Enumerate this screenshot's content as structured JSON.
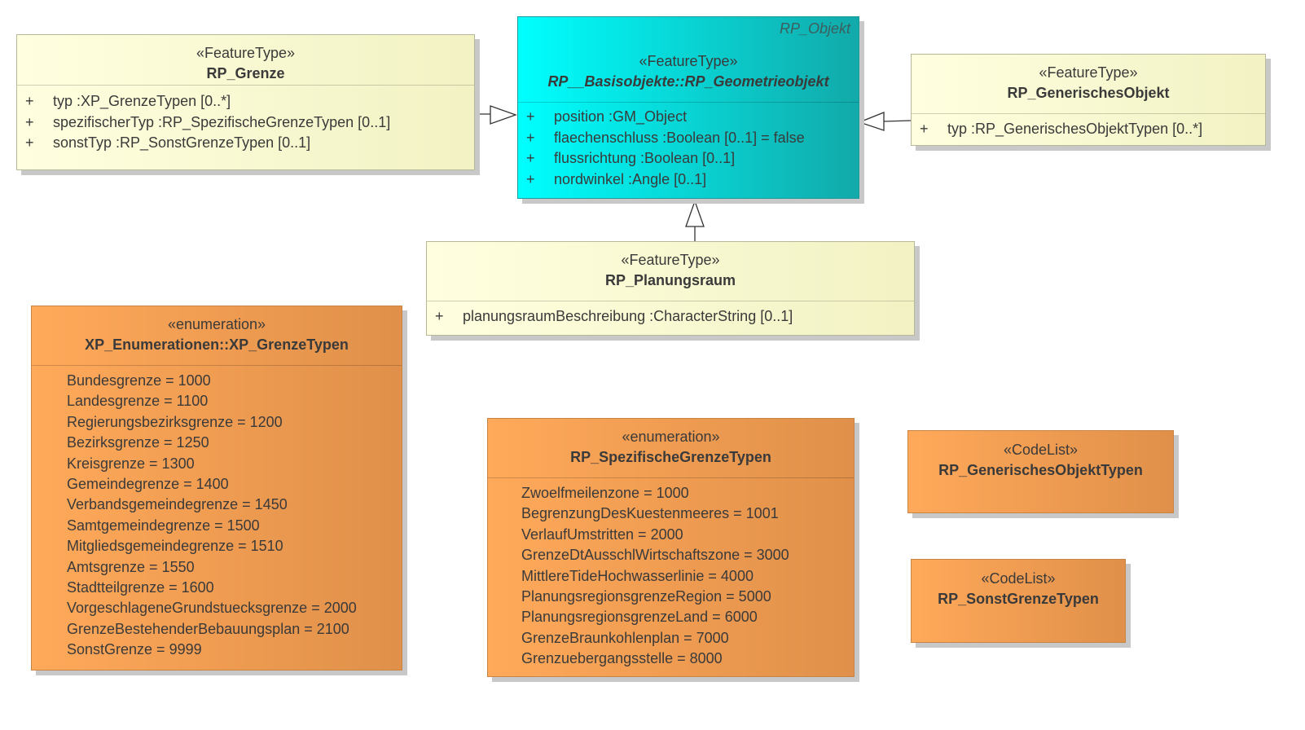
{
  "classes": {
    "rp_grenze": {
      "stereotype": "«FeatureType»",
      "name": "RP_Grenze",
      "attributes": [
        {
          "vis": "+",
          "text": "typ  :XP_GrenzeTypen [0..*]"
        },
        {
          "vis": "+",
          "text": "spezifischerTyp  :RP_SpezifischeGrenzeTypen [0..1]"
        },
        {
          "vis": "+",
          "text": "sonstTyp  :RP_SonstGrenzeTypen [0..1]"
        }
      ]
    },
    "rp_geometrieobjekt": {
      "parent_label": "RP_Objekt",
      "stereotype": "«FeatureType»",
      "name": "RP__Basisobjekte::RP_Geometrieobjekt",
      "attributes": [
        {
          "vis": "+",
          "text": "position  :GM_Object"
        },
        {
          "vis": "+",
          "text": "flaechenschluss  :Boolean [0..1] = false"
        },
        {
          "vis": "+",
          "text": "flussrichtung  :Boolean [0..1]"
        },
        {
          "vis": "+",
          "text": "nordwinkel  :Angle [0..1]"
        }
      ]
    },
    "rp_generischesobjekt": {
      "stereotype": "«FeatureType»",
      "name": "RP_GenerischesObjekt",
      "attributes": [
        {
          "vis": "+",
          "text": "typ  :RP_GenerischesObjektTypen [0..*]"
        }
      ]
    },
    "rp_planungsraum": {
      "stereotype": "«FeatureType»",
      "name": "RP_Planungsraum",
      "attributes": [
        {
          "vis": "+",
          "text": "planungsraumBeschreibung  :CharacterString [0..1]"
        }
      ]
    },
    "xp_grenzetypen": {
      "stereotype": "«enumeration»",
      "name": "XP_Enumerationen::XP_GrenzeTypen",
      "literals": [
        "Bundesgrenze = 1000",
        "Landesgrenze = 1100",
        "Regierungsbezirksgrenze = 1200",
        "Bezirksgrenze = 1250",
        "Kreisgrenze = 1300",
        "Gemeindegrenze = 1400",
        "Verbandsgemeindegrenze = 1450",
        "Samtgemeindegrenze = 1500",
        "Mitgliedsgemeindegrenze = 1510",
        "Amtsgrenze = 1550",
        "Stadtteilgrenze = 1600",
        "VorgeschlageneGrundstuecksgrenze = 2000",
        "GrenzeBestehenderBebauungsplan = 2100",
        "SonstGrenze = 9999"
      ]
    },
    "rp_spezifischegrenzetypen": {
      "stereotype": "«enumeration»",
      "name": "RP_SpezifischeGrenzeTypen",
      "literals": [
        "Zwoelfmeilenzone = 1000",
        "BegrenzungDesKuestenmeeres = 1001",
        "VerlaufUmstritten = 2000",
        "GrenzeDtAusschlWirtschaftszone = 3000",
        "MittlereTideHochwasserlinie = 4000",
        "PlanungsregionsgrenzeRegion = 5000",
        "PlanungsregionsgrenzeLand = 6000",
        "GrenzeBraunkohlenplan = 7000",
        "Grenzuebergangsstelle = 8000"
      ]
    },
    "rp_generischesobjekttypen": {
      "stereotype": "«CodeList»",
      "name": "RP_GenerischesObjektTypen"
    },
    "rp_sonstgrenzetypen": {
      "stereotype": "«CodeList»",
      "name": "RP_SonstGrenzeTypen"
    }
  },
  "colors": {
    "feature_type_fill": "#f6f6cc",
    "geometrie_fill": "#00e0e0",
    "enumeration_fill": "#f4a04f",
    "line": "#333333"
  }
}
